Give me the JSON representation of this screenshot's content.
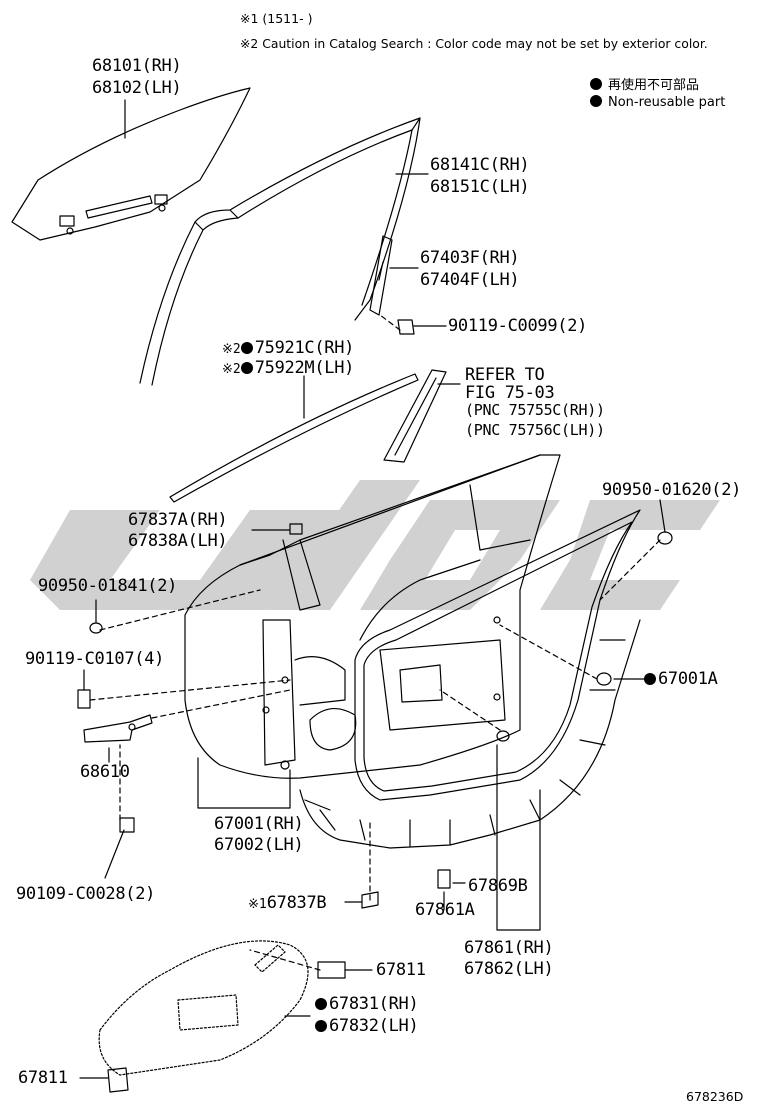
{
  "notes": {
    "note1": "※1 (1511-        )",
    "note2": "※2 Caution in Catalog Search : Color code may not be set by exterior color."
  },
  "legend": {
    "jp": "再使用不可部品",
    "en": "Non-reusable part"
  },
  "watermark": "uloc",
  "labels": {
    "glass_rh": "68101(RH)",
    "glass_lh": "68102(LH)",
    "run_rh": "68141C(RH)",
    "run_lh": "68151C(LH)",
    "sash_rh": "67403F(RH)",
    "sash_lh": "67404F(LH)",
    "bolt_c0099": "90119-C0099(2)",
    "mark2": "※2",
    "belt_rh": "75921C(RH)",
    "belt_lh": "75922M(LH)",
    "refer1": "REFER TO",
    "refer2": "FIG 75-03",
    "refer3": "(PNC 75755C(RH))",
    "refer4": "(PNC 75756C(LH))",
    "clip_01620": "90950-01620(2)",
    "seal_a_rh": "67837A(RH)",
    "seal_a_lh": "67838A(LH)",
    "plug_01841": "90950-01841(2)",
    "bolt_c0107": "90119-C0107(4)",
    "part_67001a": "67001A",
    "check_68610": "68610",
    "panel_rh": "67001(RH)",
    "panel_lh": "67002(LH)",
    "bolt_c0028": "90109-C0028(2)",
    "mark1": "※1",
    "seal_b": "67837B",
    "clip_67869b": "67869B",
    "clip_67861a": "67861A",
    "weather_rh": "67861(RH)",
    "weather_lh": "67862(LH)",
    "plug_67811": "67811",
    "cover_rh": "67831(RH)",
    "cover_lh": "67832(LH)",
    "plug_67811b": "67811",
    "fig_id": "678236D"
  }
}
